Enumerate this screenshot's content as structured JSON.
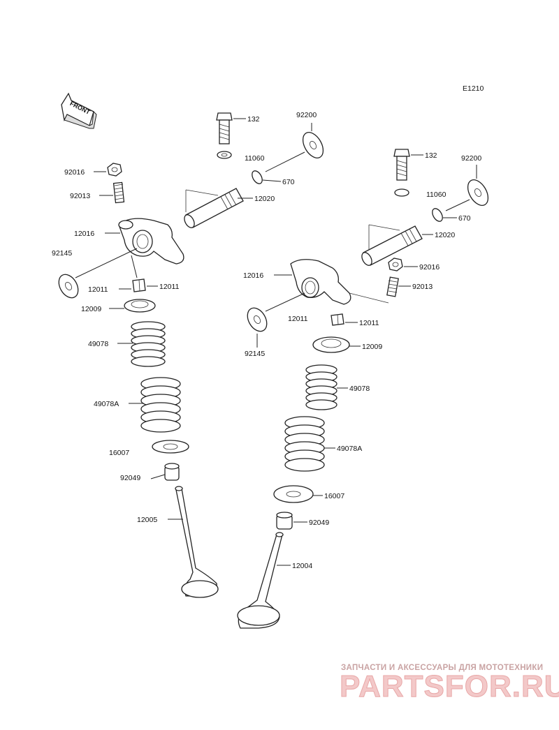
{
  "diagram_code": "E1210",
  "front_arrow": {
    "label": "FRONT"
  },
  "left_labels": {
    "p92016": "92016",
    "p92013": "92013",
    "p12016": "12016",
    "p92145": "92145",
    "p12011a": "12011",
    "p12011b": "12011",
    "p12009": "12009",
    "p49078": "49078",
    "p49078A": "49078A",
    "p16007": "16007",
    "p92049": "92049",
    "p12005": "12005",
    "p132": "132",
    "p92200": "92200",
    "p11060": "11060",
    "p670": "670",
    "p12020": "12020"
  },
  "right_labels": {
    "p132": "132",
    "p92200": "92200",
    "p11060": "11060",
    "p670": "670",
    "p12020": "12020",
    "p92016": "92016",
    "p12016": "12016",
    "p92013": "92013",
    "p12011a": "12011",
    "p12011b": "12011",
    "p92145": "92145",
    "p12009": "12009",
    "p49078": "49078",
    "p49078A": "49078A",
    "p16007": "16007",
    "p92049": "92049",
    "p12004": "12004"
  },
  "watermark": {
    "tagline": "ЗАПЧАСТИ И АКСЕССУАРЫ ДЛЯ МОТОТЕХНИКИ",
    "brand": "PARTSFOR.RU"
  }
}
